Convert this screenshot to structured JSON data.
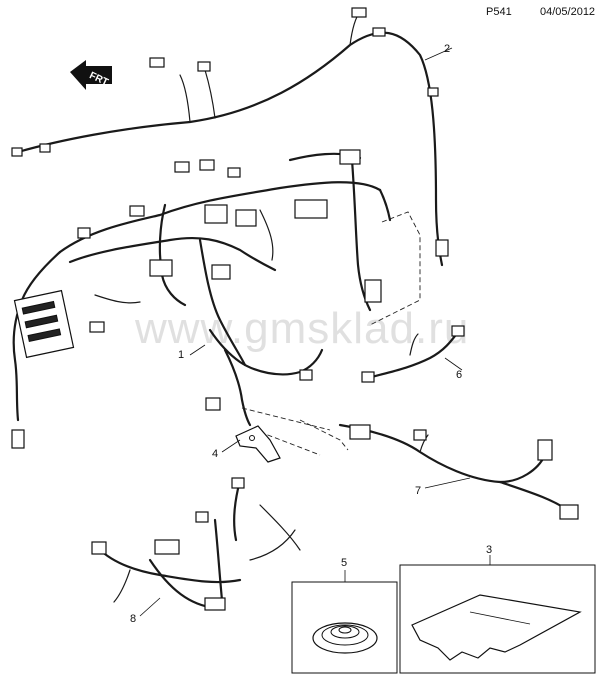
{
  "header": {
    "page_code": "P541",
    "date": "04/05/2012"
  },
  "watermark": "www.gmsklad.ru",
  "front_marker": "FRT",
  "callouts": [
    "1",
    "2",
    "3",
    "4",
    "5",
    "6",
    "7",
    "8"
  ],
  "icons": {
    "direction_arrow": "front-arrow-icon"
  }
}
